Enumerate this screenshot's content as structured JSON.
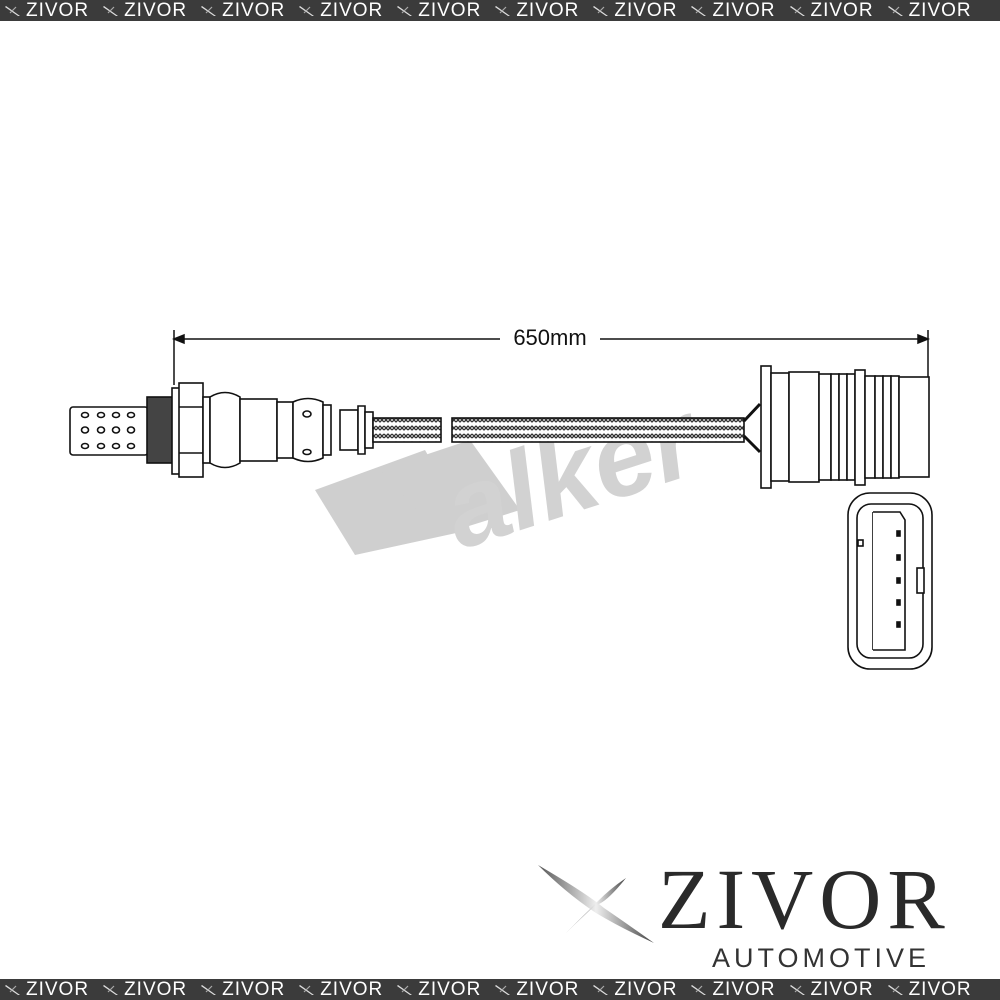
{
  "banner": {
    "brand": "ZIVOR",
    "repeat": 10,
    "icon": "zivor-x-icon",
    "background": "#3b3b3b"
  },
  "diagram": {
    "dimension_label": "650mm",
    "watermark": "Walker"
  },
  "logo": {
    "word": "ZIVOR",
    "subtitle": "AUTOMOTIVE",
    "icon": "zivor-x-icon"
  }
}
